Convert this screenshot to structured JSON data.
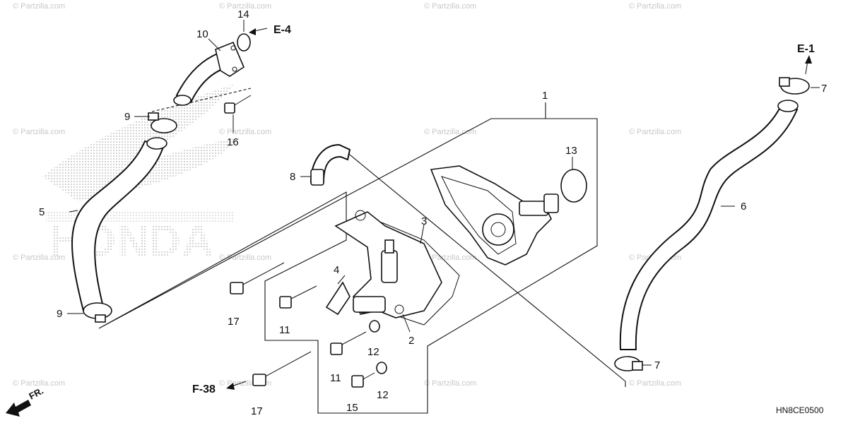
{
  "diagram": {
    "part_code": "HN8CE0500",
    "front_label": "FR.",
    "logo_text": "HONDA",
    "watermark": "© Partzilla.com",
    "references": [
      "E-4",
      "E-1",
      "F-38"
    ],
    "callouts": [
      "1",
      "2",
      "3",
      "4",
      "5",
      "6",
      "7",
      "7",
      "8",
      "9",
      "9",
      "10",
      "11",
      "11",
      "12",
      "12",
      "13",
      "14",
      "15",
      "16",
      "17",
      "17"
    ]
  }
}
